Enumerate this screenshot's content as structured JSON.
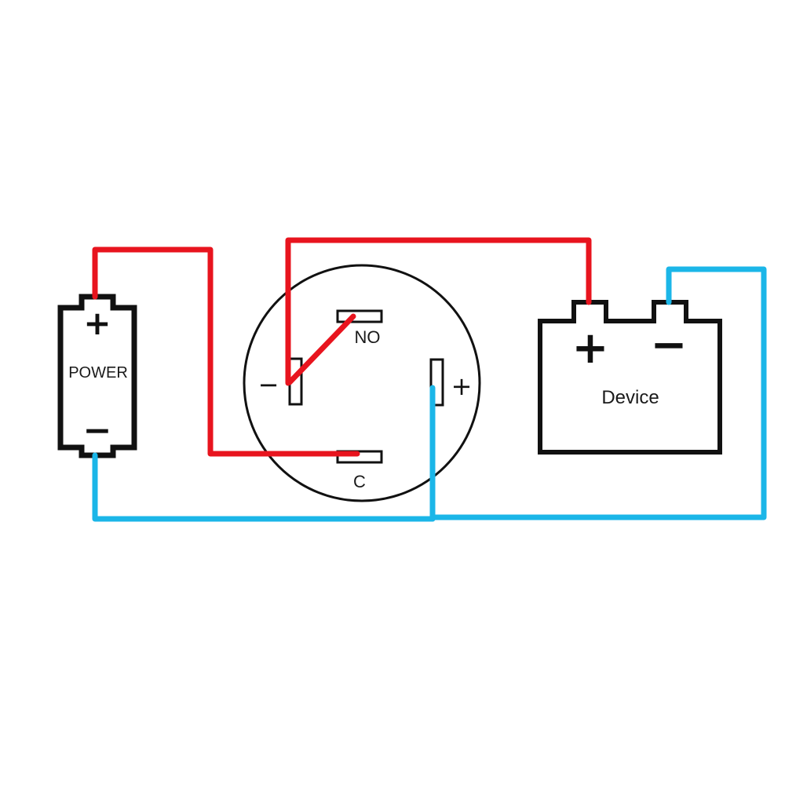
{
  "power_supply": {
    "label": "POWER",
    "plus_symbol": "+",
    "minus_symbol": "−"
  },
  "switch": {
    "terminal_no": "NO",
    "terminal_c": "C",
    "minus_symbol": "−",
    "plus_symbol": "+"
  },
  "device": {
    "label": "Device",
    "plus_symbol": "+",
    "minus_symbol": "−"
  },
  "colors": {
    "positive_wire": "#e8141e",
    "negative_wire": "#1bb6e8",
    "outline": "#111111",
    "background": "#ffffff"
  }
}
